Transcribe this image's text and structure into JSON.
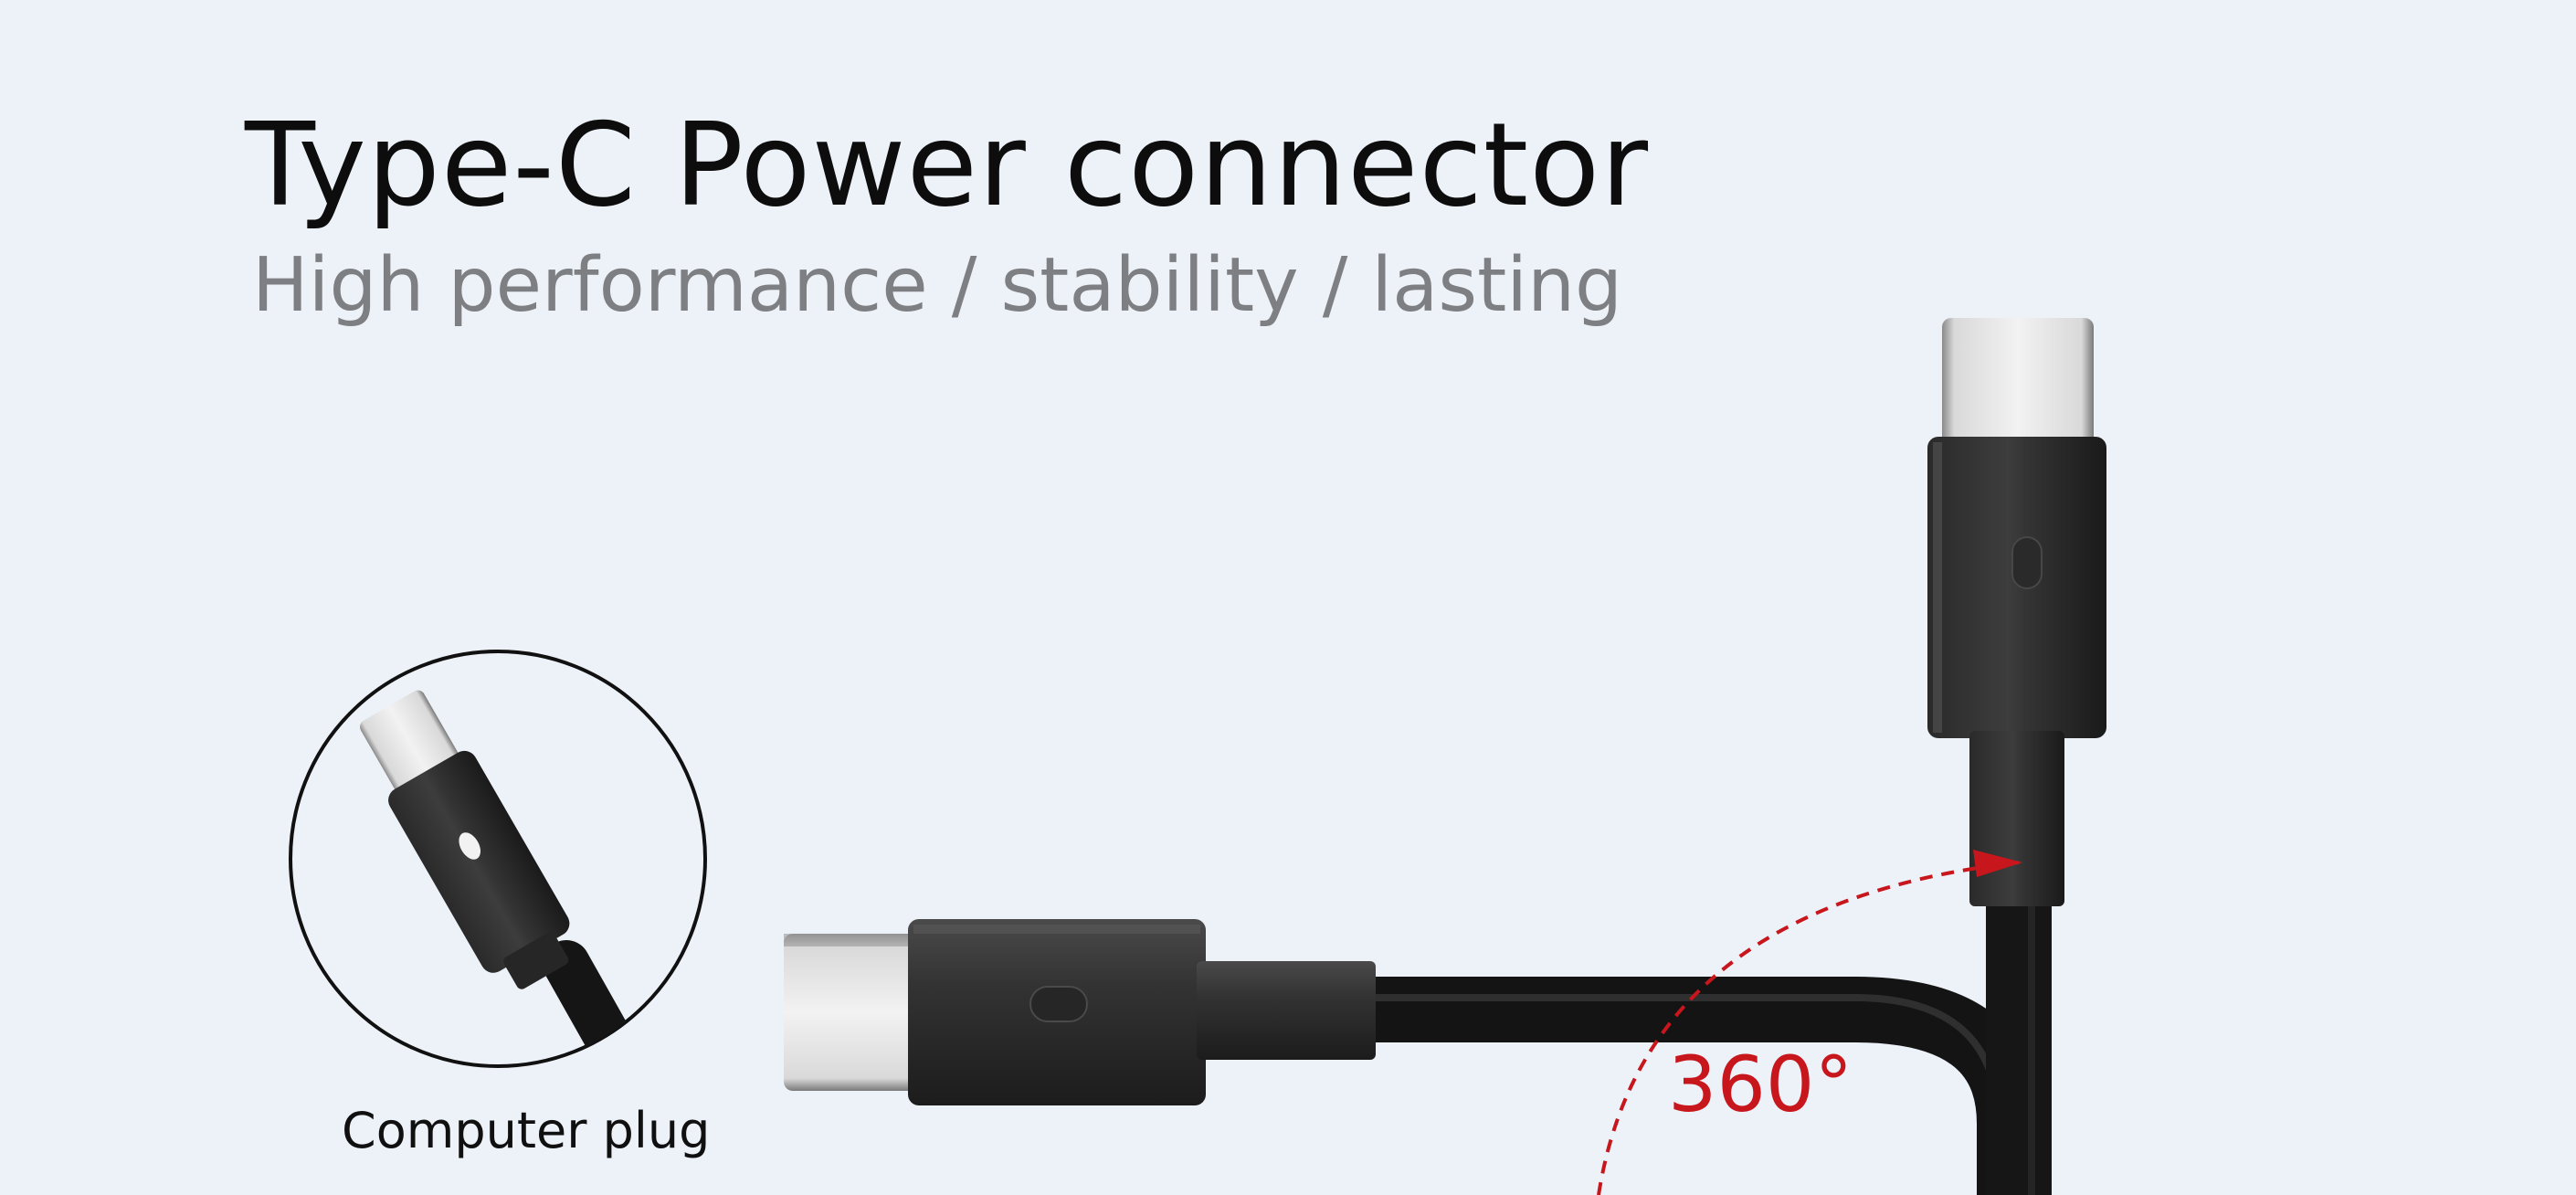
{
  "heading": {
    "title": "Type-C Power connector",
    "subtitle": "High performance / stability / lasting"
  },
  "inset": {
    "caption": "Computer plug"
  },
  "annotation": {
    "angle": "360°",
    "color": "#c8161d"
  },
  "colors": {
    "background": "#edf2f8",
    "cable": "#1e1e1e",
    "connector_metal": "#d9d9d9"
  }
}
